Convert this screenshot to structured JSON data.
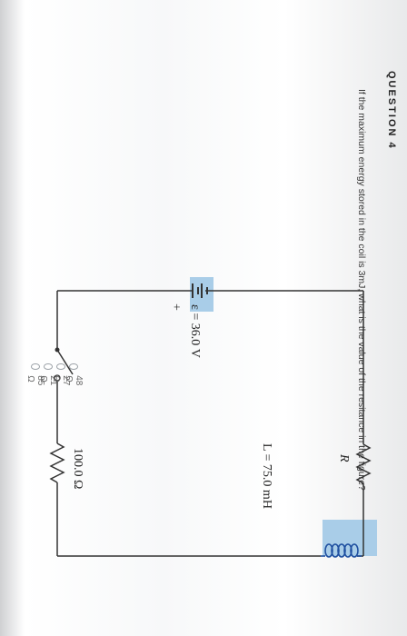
{
  "question": {
    "heading": "QUESTION 4",
    "text": "If the maximum energy stored in the coil is 3mJ, what is the value of the resitance in the figure?"
  },
  "figure": {
    "emf_label": "ε = 36.0 V",
    "resistor1_label": "100.0 Ω",
    "inductor_label": "L = 75.0 mH",
    "resistor2_label": "R",
    "battery_plus": "+",
    "highlight_color": "#a9cde8",
    "wire_color": "#333333"
  },
  "options": [
    {
      "label": "48 Ω"
    },
    {
      "label": "27 Ω"
    },
    {
      "label": "21 Ω"
    },
    {
      "label": "85 Ω"
    }
  ]
}
